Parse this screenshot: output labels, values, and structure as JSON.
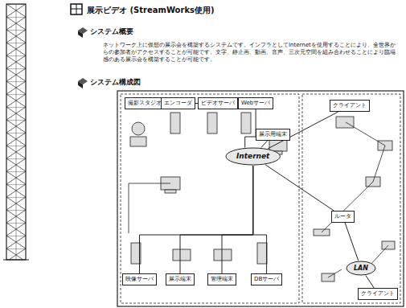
{
  "diagram": {
    "title": "展示ビデオ (StreamWorks使用)",
    "nodes": [
      {
        "text": [
          "撮影スタジオ"
        ]
      },
      {
        "text": [
          "エンコーダ"
        ]
      },
      {
        "text": [
          "ビデオサーバ"
        ]
      },
      {
        "text": [
          "Webサーバ"
        ]
      },
      {
        "text": [
          "展示用端末"
        ]
      },
      {
        "text": [
          "Internet"
        ]
      },
      {
        "text": [
          "映像サーバ"
        ]
      },
      {
        "text": [
          "展示端末"
        ]
      },
      {
        "text": [
          "管理端末"
        ]
      },
      {
        "text": [
          "DBサーバ"
        ]
      },
      {
        "text": [
          "クライアント"
        ]
      },
      {
        "text": [
          "ルータ"
        ]
      },
      {
        "text": [
          "LAN"
        ]
      },
      {
        "text": [
          "クライアント"
        ]
      }
    ],
    "edges": [
      {
        "from": 0,
        "to": 1,
        "arrow": "none"
      },
      {
        "from": 1,
        "to": 2,
        "arrow": "none"
      },
      {
        "from": 2,
        "to": 3,
        "arrow": "none"
      },
      {
        "from": 3,
        "to": 5,
        "arrow": "none"
      },
      {
        "from": 4,
        "to": 5,
        "arrow": "none"
      },
      {
        "from": 6,
        "to": 5,
        "arrow": "none"
      },
      {
        "from": 7,
        "to": 5,
        "arrow": "none"
      },
      {
        "from": 8,
        "to": 5,
        "arrow": "none"
      },
      {
        "from": 9,
        "to": 5,
        "arrow": "none"
      },
      {
        "from": 5,
        "to": 10,
        "arrow": "none"
      },
      {
        "from": 5,
        "to": 11,
        "arrow": "none"
      },
      {
        "from": 11,
        "to": 12,
        "arrow": "none"
      },
      {
        "from": 12,
        "to": 13,
        "arrow": "none"
      }
    ],
    "labels": [
      "システム概要",
      "ネットワーク上に仮想の展示会を構築するシステムです。インフラとしてInternetを使用することにより、全世界からの参加者がアクセスすることが可能です。文字、静止画、動画、音声、三次元空間を組み合わせることにより臨場感のある展示会を構築することが可能です。",
      "システム構成図"
    ]
  }
}
